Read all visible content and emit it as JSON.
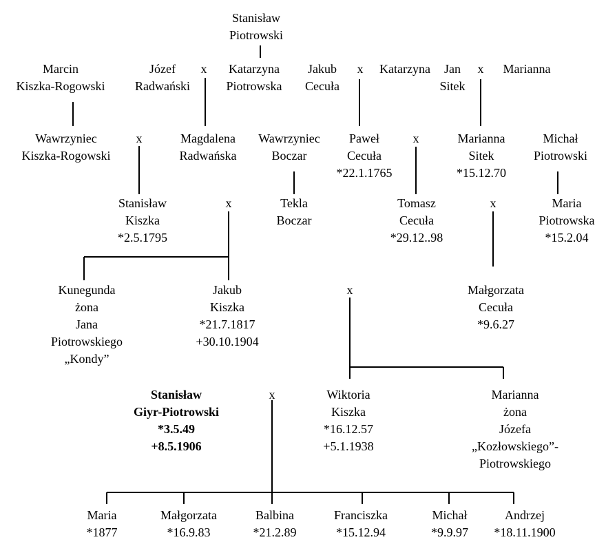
{
  "marriage_symbol": "x",
  "people": {
    "stanislaw_piotrowski_sr": [
      "Stanisław",
      "Piotrowski"
    ],
    "marcin": [
      "Marcin",
      "Kiszka-Rogowski"
    ],
    "jozef": [
      "Józef",
      "Radwański"
    ],
    "katarzyna_p": [
      "Katarzyna",
      "Piotrowska"
    ],
    "jakub_c": [
      "Jakub",
      "Cecuła"
    ],
    "katarzyna": [
      "Katarzyna"
    ],
    "jan_sitek": [
      "Jan",
      "Sitek"
    ],
    "marianna": [
      "Marianna"
    ],
    "wawrzyniec_kr": [
      "Wawrzyniec",
      "Kiszka-Rogowski"
    ],
    "magdalena": [
      "Magdalena",
      "Radwańska"
    ],
    "wawrzyniec_b": [
      "Wawrzyniec",
      "Boczar"
    ],
    "pawel": [
      "Paweł",
      "Cecuła",
      "*22.1.1765"
    ],
    "marianna_sitek": [
      "Marianna",
      "Sitek",
      "*15.12.70"
    ],
    "michal_p": [
      "Michał",
      "Piotrowski"
    ],
    "stanislaw_kiszka": [
      "Stanisław",
      "Kiszka",
      "*2.5.1795"
    ],
    "tekla": [
      "Tekla",
      "Boczar"
    ],
    "tomasz": [
      "Tomasz",
      "Cecuła",
      "*29.12..98"
    ],
    "maria_p": [
      "Maria",
      "Piotrowska",
      "*15.2.04"
    ],
    "kunegunda": [
      "Kunegunda",
      "żona",
      "Jana",
      "Piotrowskiego",
      "„Kondy”"
    ],
    "jakub_k": [
      "Jakub",
      "Kiszka",
      "*21.7.1817",
      "+30.10.1904"
    ],
    "malgorzata_c": [
      "Małgorzata",
      "Cecuła",
      "*9.6.27"
    ],
    "stanislaw_gp": [
      "Stanisław",
      "Giyr-Piotrowski",
      "*3.5.49",
      "+8.5.1906"
    ],
    "wiktoria": [
      "Wiktoria",
      "Kiszka",
      "*16.12.57",
      " +5.1.1938"
    ],
    "marianna_z": [
      "Marianna",
      "żona",
      "Józefa",
      "„Kozłowskiego”-",
      "Piotrowskiego"
    ],
    "maria_c": [
      "Maria",
      "*1877"
    ],
    "malgorzata_ch": [
      "Małgorzata",
      "*16.9.83"
    ],
    "balbina": [
      "Balbina",
      "*21.2.89"
    ],
    "franciszka": [
      "Franciszka",
      "*15.12.94"
    ],
    "michal_ch": [
      "Michał",
      "*9.9.97"
    ],
    "andrzej": [
      "Andrzej",
      "*18.11.1900"
    ]
  }
}
